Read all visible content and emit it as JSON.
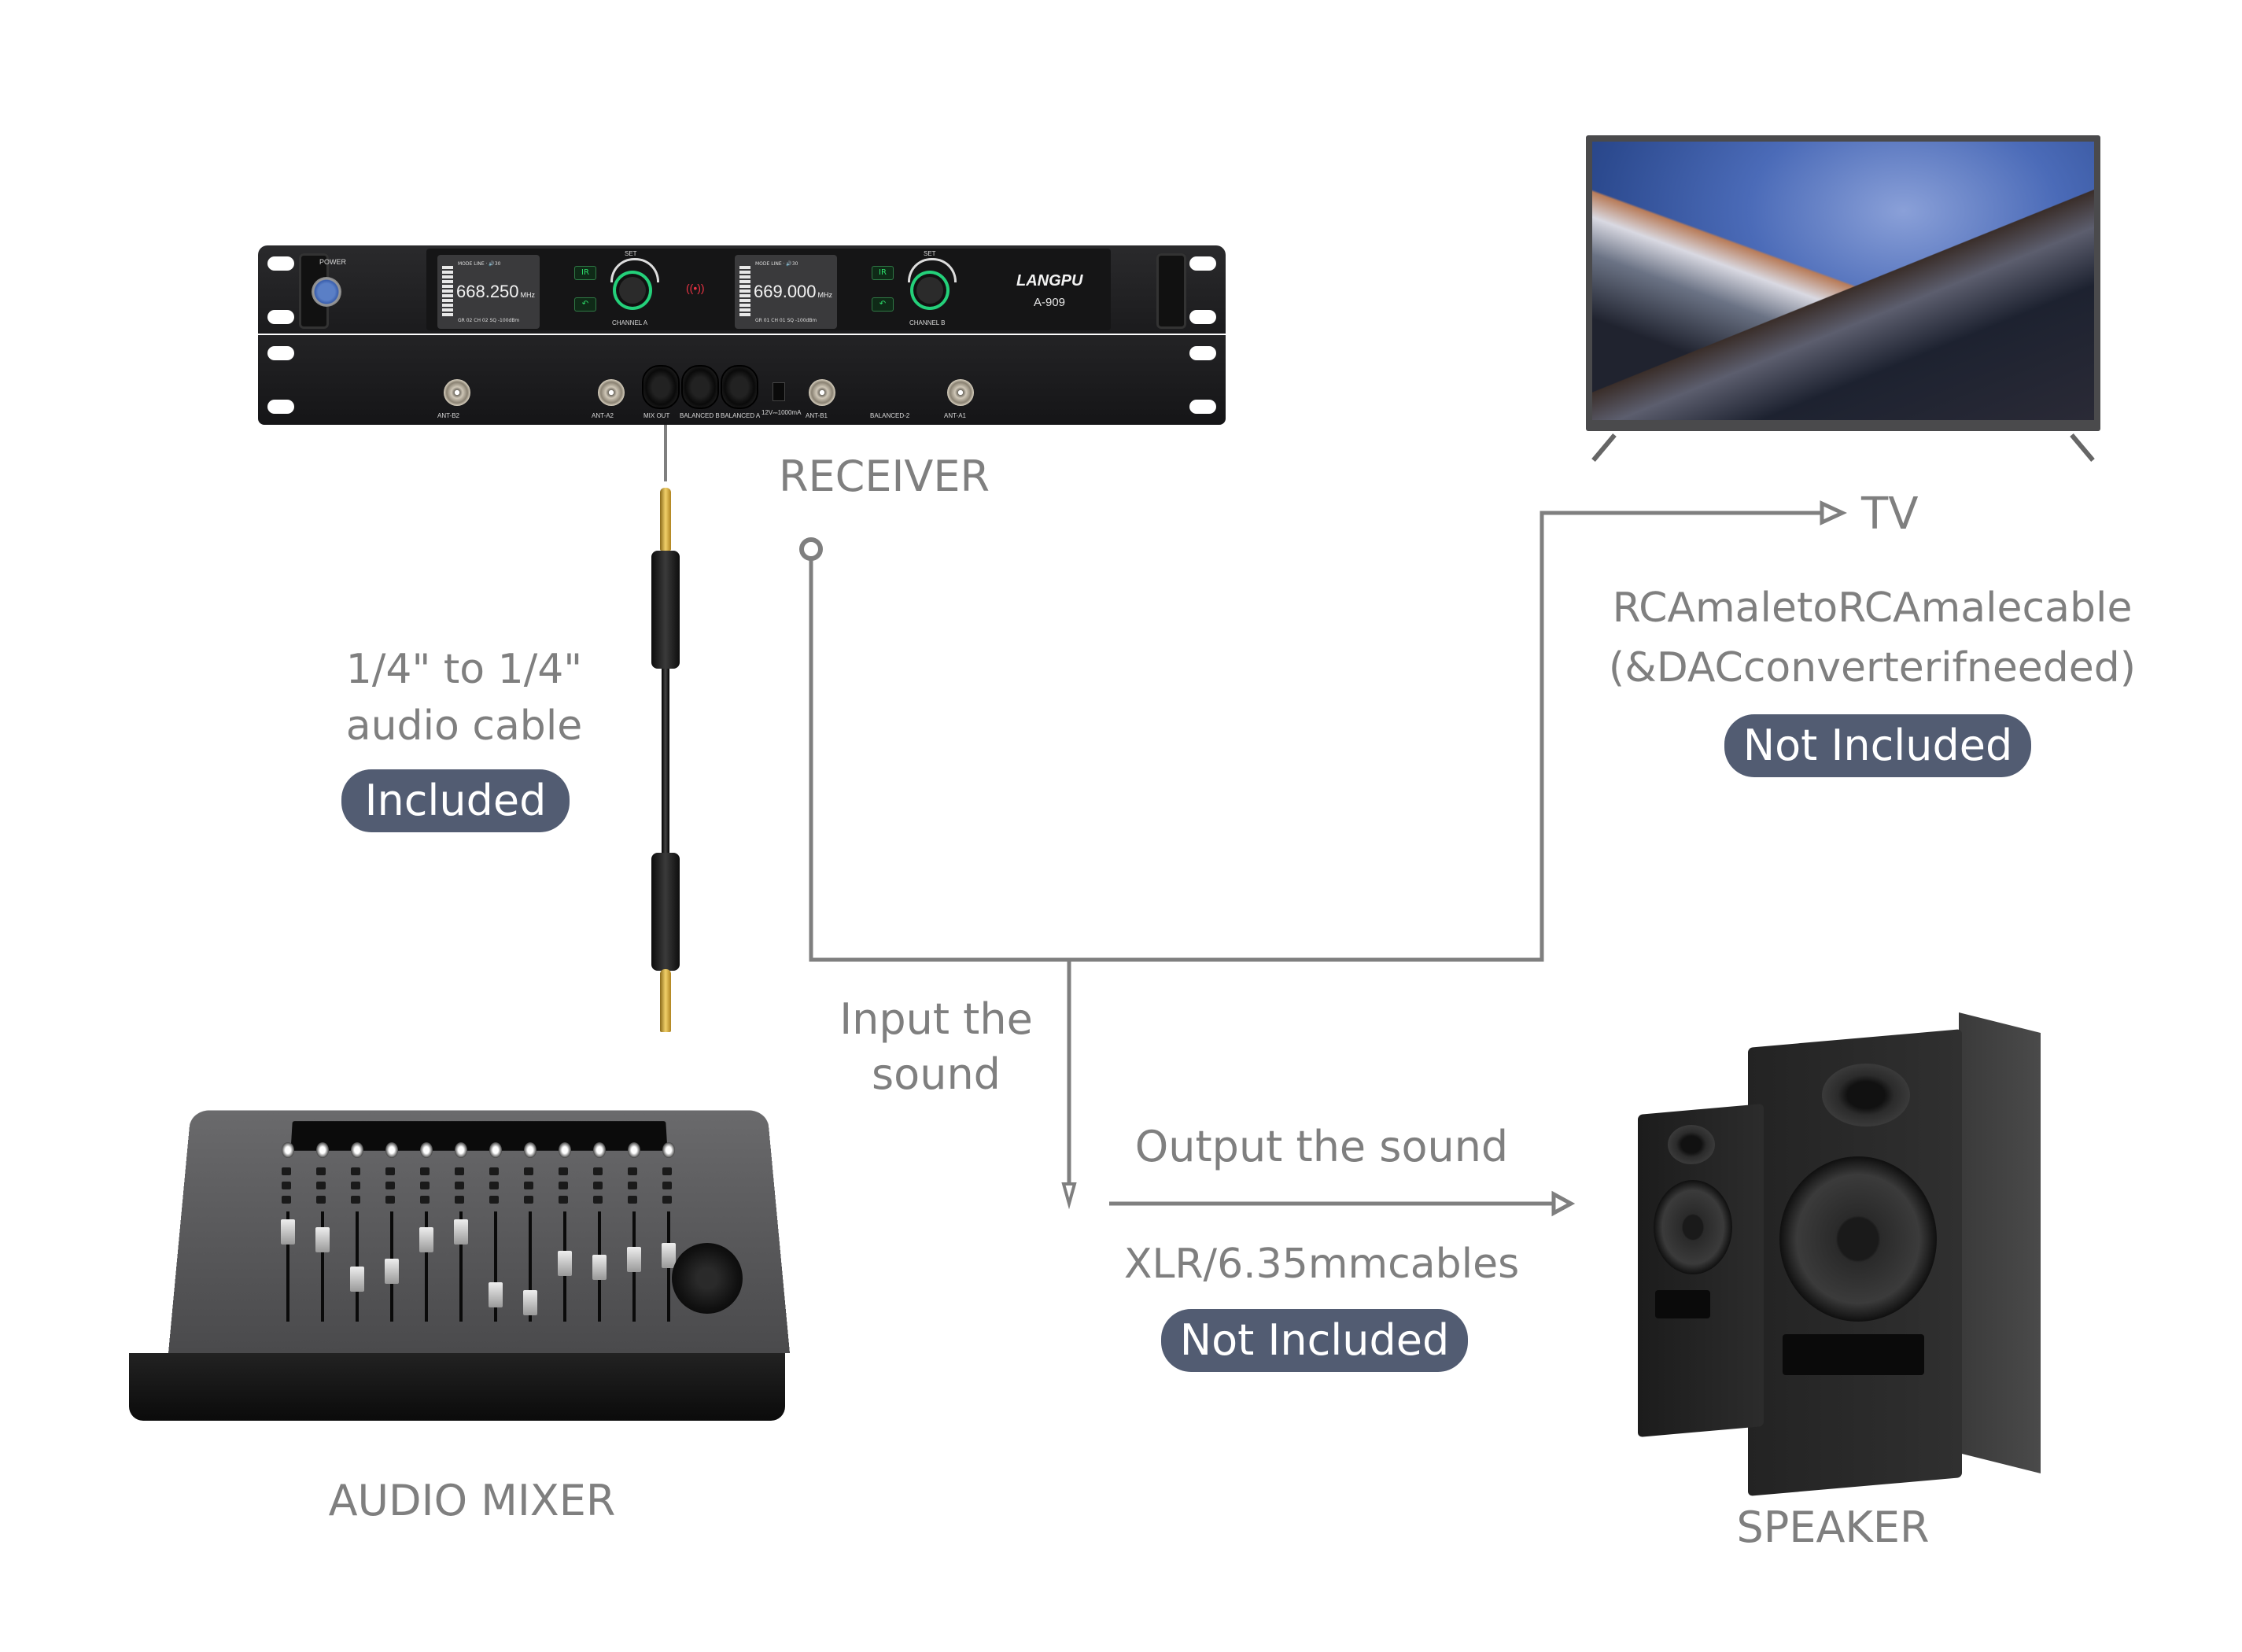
{
  "diagram": {
    "nodes": {
      "receiver": {
        "label": "RECEIVER",
        "device": {
          "brand": "LANGPU",
          "model": "A-909",
          "power_label": "POWER",
          "channels": [
            {
              "name": "CHANNEL A",
              "frequency": "668.250",
              "unit": "MHz",
              "mode": "LINE",
              "volume": "30",
              "group": "02",
              "channel": "02",
              "squelch": "-100dBm",
              "set_label": "SET"
            },
            {
              "name": "CHANNEL B",
              "frequency": "669.000",
              "unit": "MHz",
              "mode": "LINE",
              "volume": "30",
              "group": "01",
              "channel": "01",
              "squelch": "-100dBm",
              "set_label": "SET"
            }
          ],
          "ir_label": "IR",
          "rear_ports": [
            "ANT-B2",
            "ANT-A2",
            "MIX OUT",
            "BALANCED B",
            "BALANCED A",
            "12V⎓1000mA",
            "ANT-B1",
            "BALANCED-2",
            "ANT-A1"
          ]
        }
      },
      "tv": {
        "label": "TV"
      },
      "mixer": {
        "label": "AUDIO MIXER"
      },
      "speaker": {
        "label": "SPEAKER"
      }
    },
    "connections": {
      "receiver_to_mixer": {
        "cable_line1": "1/4\" to 1/4\"",
        "cable_line2": "audio cable",
        "status": "Included"
      },
      "to_tv": {
        "cable_line1": "RCAmaletoRCAmalecable",
        "cable_line2": "(&DACconverterifneeded)",
        "status": "Not Included"
      },
      "input": {
        "line1": "Input the",
        "line2": "sound"
      },
      "to_speaker": {
        "title": "Output the sound",
        "cable": "XLR/6.35mmcables",
        "status": "Not Included"
      }
    },
    "colors": {
      "text": "#7f7f7f",
      "line": "#7f7f7f",
      "badge_bg": "#525c72",
      "badge_text": "#ffffff",
      "knob_glow": "#24d07a",
      "ir_green": "#2ee06c"
    }
  }
}
